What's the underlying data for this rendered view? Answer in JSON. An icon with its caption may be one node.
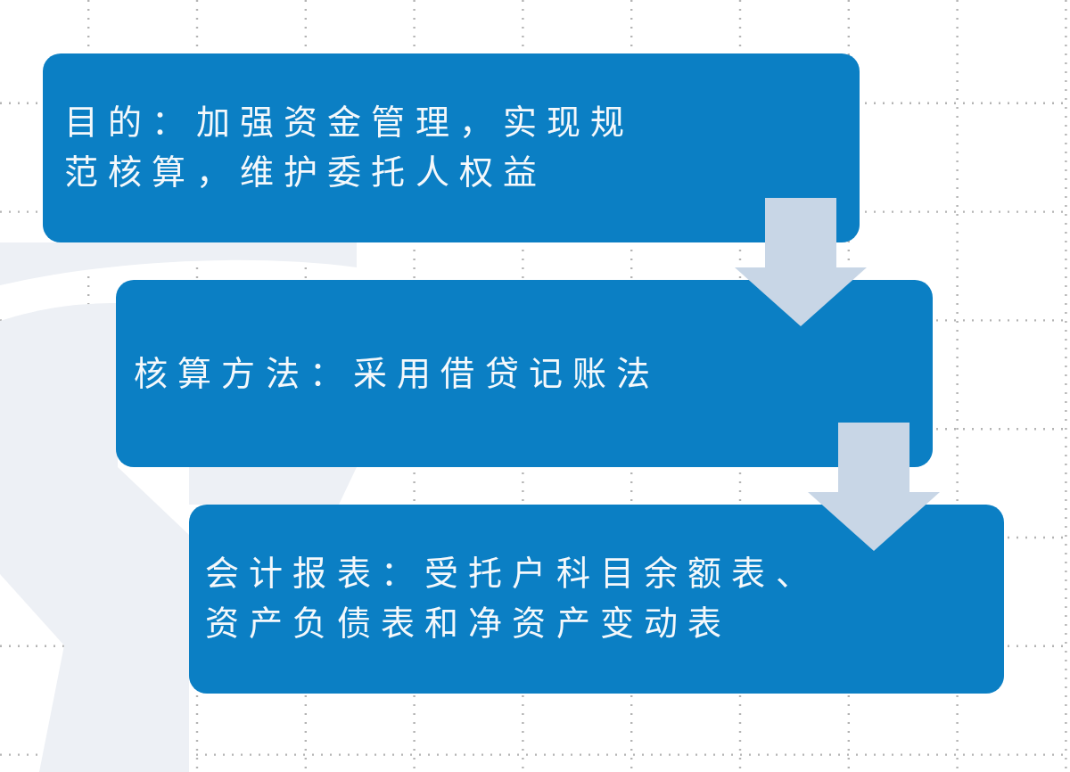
{
  "diagram": {
    "nodes": [
      {
        "text": [
          "目的：加强资金管理，实现规范核算，维护委托人权益"
        ]
      },
      {
        "text": [
          "核算方法：采用借贷记账法"
        ]
      },
      {
        "text": [
          "会计报表：受托户科目余额表、资产负债表和净资产变动表"
        ]
      }
    ],
    "edges": [
      {
        "from": 0,
        "to": 1,
        "arrow": "to"
      },
      {
        "from": 1,
        "to": 2,
        "arrow": "to"
      }
    ]
  }
}
